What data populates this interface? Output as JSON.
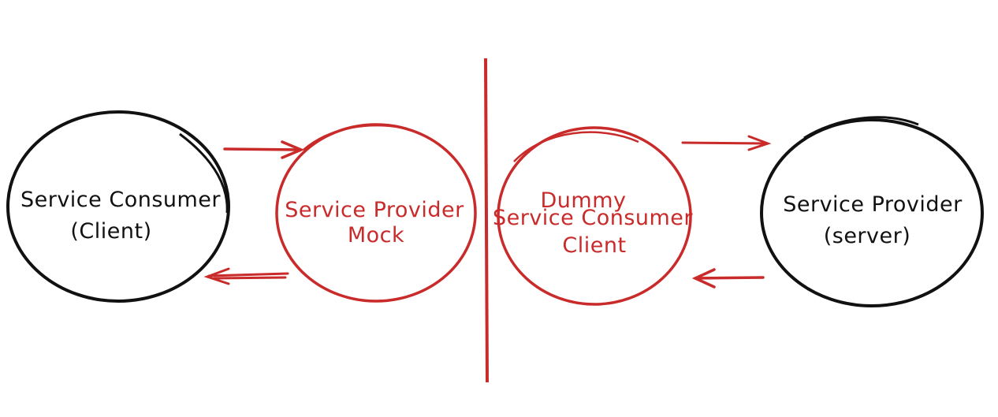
{
  "colors": {
    "black": "#111111",
    "red": "#c92a2a"
  },
  "nodes": {
    "consumer": {
      "line1": "Service Consumer",
      "line2": "(Client)"
    },
    "provider_mock": {
      "line1": "Service Provider",
      "line2": "Mock"
    },
    "dummy_consumer": {
      "line1": "Dummy",
      "line2": "Service Consumer",
      "line3": "Client"
    },
    "provider": {
      "line1": "Service Provider",
      "line2": "(server)"
    }
  }
}
